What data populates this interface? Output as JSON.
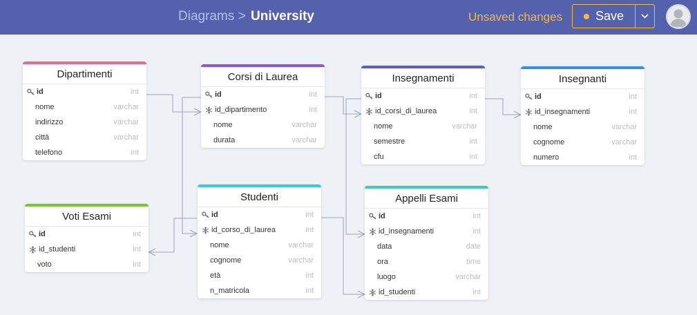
{
  "header": {
    "breadcrumb_parent": "Diagrams >",
    "breadcrumb_current": "University",
    "unsaved": "Unsaved changes",
    "save_label": "Save",
    "colors": {
      "bar": "#5461ad",
      "accent": "#f5b942"
    }
  },
  "tables": [
    {
      "name": "Dipartimenti",
      "color": "#ea6a8a",
      "fields": [
        {
          "name": "id",
          "type": "int",
          "icon": "key-icon"
        },
        {
          "name": "nome",
          "type": "varchar"
        },
        {
          "name": "indirizzo",
          "type": "varchar"
        },
        {
          "name": "città",
          "type": "varchar"
        },
        {
          "name": "telefono",
          "type": "int"
        }
      ]
    },
    {
      "name": "Corsi di Laurea",
      "color": "#8f55d4",
      "fields": [
        {
          "name": "id",
          "type": "int",
          "icon": "key-icon"
        },
        {
          "name": "id_dipartimento",
          "type": "int",
          "icon": "snowflake-icon"
        },
        {
          "name": "nome",
          "type": "varchar"
        },
        {
          "name": "durata",
          "type": "varchar"
        }
      ]
    },
    {
      "name": "Insegnamenti",
      "color": "#5b5bc9",
      "fields": [
        {
          "name": "id",
          "type": "int",
          "icon": "key-icon"
        },
        {
          "name": "id_corsi_di_laurea",
          "type": "int",
          "icon": "snowflake-icon"
        },
        {
          "name": "nome",
          "type": "varchar"
        },
        {
          "name": "semestre",
          "type": "int"
        },
        {
          "name": "cfu",
          "type": "int"
        }
      ]
    },
    {
      "name": "Insegnanti",
      "color": "#3a8ee0",
      "fields": [
        {
          "name": "id",
          "type": "int",
          "icon": "key-icon"
        },
        {
          "name": "id_insegnamenti",
          "type": "int",
          "icon": "snowflake-icon"
        },
        {
          "name": "nome",
          "type": "varchar"
        },
        {
          "name": "cognome",
          "type": "varchar"
        },
        {
          "name": "numero",
          "type": "int"
        }
      ]
    },
    {
      "name": "Voti Esami",
      "color": "#7ac63b",
      "fields": [
        {
          "name": "id",
          "type": "int",
          "icon": "key-icon"
        },
        {
          "name": "id_studenti",
          "type": "int",
          "icon": "snowflake-icon"
        },
        {
          "name": "voto",
          "type": "int"
        }
      ]
    },
    {
      "name": "Studenti",
      "color": "#2fd0dc",
      "fields": [
        {
          "name": "id",
          "type": "int",
          "icon": "key-icon"
        },
        {
          "name": "id_corso_di_laurea",
          "type": "int",
          "icon": "snowflake-icon"
        },
        {
          "name": "nome",
          "type": "varchar"
        },
        {
          "name": "cognome",
          "type": "varchar"
        },
        {
          "name": "età",
          "type": "int"
        },
        {
          "name": "n_matricola",
          "type": "int"
        }
      ]
    },
    {
      "name": "Appelli Esami",
      "color": "#3fc9b7",
      "fields": [
        {
          "name": "id",
          "type": "int",
          "icon": "key-icon"
        },
        {
          "name": "id_insegnamenti",
          "type": "int",
          "icon": "snowflake-icon"
        },
        {
          "name": "data",
          "type": "date"
        },
        {
          "name": "ora",
          "type": "time"
        },
        {
          "name": "luogo",
          "type": "varchar"
        },
        {
          "name": "id_studenti",
          "type": "int",
          "icon": "snowflake-icon"
        }
      ]
    }
  ]
}
